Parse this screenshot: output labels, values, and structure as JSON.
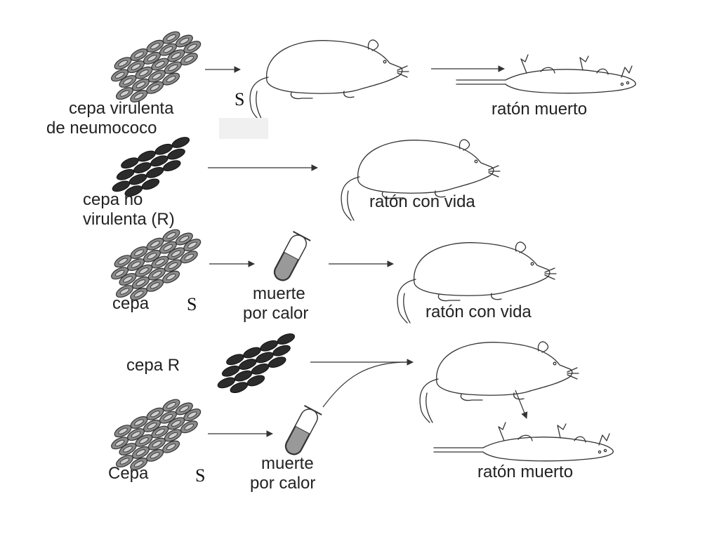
{
  "rows": [
    {
      "strain_label_lines": [
        "cepa virulenta",
        "de neumococo"
      ],
      "strain_mark": "S",
      "strain_type": "virulent",
      "outcome": "ratón muerto"
    },
    {
      "strain_label_lines": [
        "cepa no",
        "virulenta (R)"
      ],
      "strain_type": "non-virulent",
      "outcome": "ratón con vida"
    },
    {
      "strain_label": "cepa",
      "strain_mark": "S",
      "strain_type": "virulent",
      "treatment_lines": [
        "muerte",
        "por calor"
      ],
      "outcome": "ratón con vida"
    },
    {
      "strain_r_label": "cepa R",
      "strain_s_label": "Cepa",
      "strain_mark": "S",
      "treatment_lines": [
        "muerte",
        "por calor"
      ],
      "outcome": "ratón muerto"
    }
  ],
  "colors": {
    "virulent_cell_fill": "#8a8a8a",
    "nonvirulent_cell_fill": "#2b2b2b",
    "tube_liquid": "#999999",
    "line": "#333333"
  },
  "icons": [
    "bacteria-cluster-icon",
    "mouse-alive-icon",
    "mouse-dead-icon",
    "test-tube-icon",
    "arrow-icon"
  ]
}
